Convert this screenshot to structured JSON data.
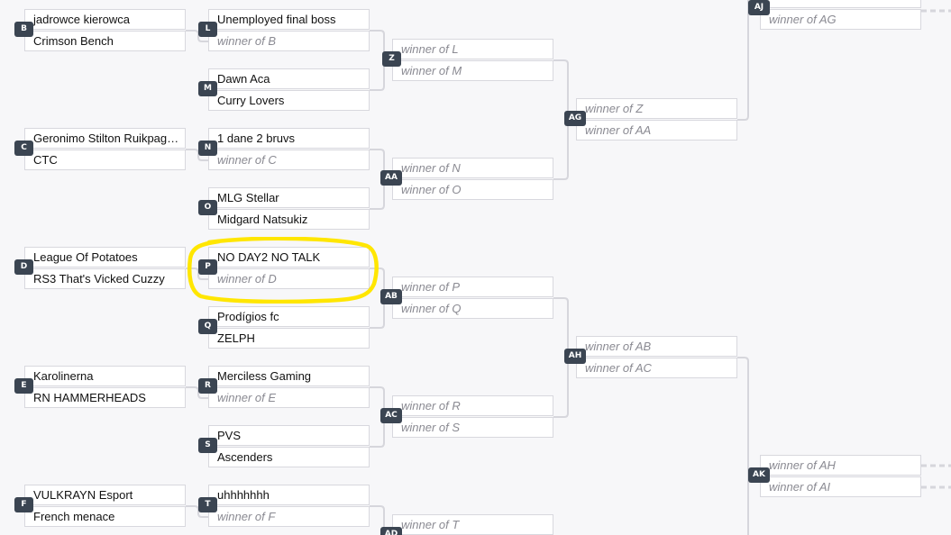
{
  "matches": [
    {
      "id": "B",
      "top": "jadrowce kierowca",
      "bottom": "Crimson Bench",
      "top_placeholder": false,
      "bottom_placeholder": false
    },
    {
      "id": "C",
      "top": "Geronimo Stilton Ruikpag…",
      "bottom": "CTC",
      "top_placeholder": false,
      "bottom_placeholder": false
    },
    {
      "id": "D",
      "top": "League Of Potatoes",
      "bottom": "RS3 That's Vicked Cuzzy",
      "top_placeholder": false,
      "bottom_placeholder": false
    },
    {
      "id": "E",
      "top": "Karolinerna",
      "bottom": "RN HAMMERHEADS",
      "top_placeholder": false,
      "bottom_placeholder": false
    },
    {
      "id": "F",
      "top": "VULKRAYN Esport",
      "bottom": "French menace",
      "top_placeholder": false,
      "bottom_placeholder": false
    },
    {
      "id": "L",
      "top": "Unemployed final boss",
      "bottom": "winner of B",
      "top_placeholder": false,
      "bottom_placeholder": true
    },
    {
      "id": "M",
      "top": "Dawn Aca",
      "bottom": "Curry Lovers",
      "top_placeholder": false,
      "bottom_placeholder": false
    },
    {
      "id": "N",
      "top": "1 dane 2 bruvs",
      "bottom": "winner of C",
      "top_placeholder": false,
      "bottom_placeholder": true
    },
    {
      "id": "O",
      "top": "MLG Stellar",
      "bottom": "Midgard Natsukiz",
      "top_placeholder": false,
      "bottom_placeholder": false
    },
    {
      "id": "P",
      "top": "NO DAY2 NO TALK",
      "bottom": "winner of D",
      "top_placeholder": false,
      "bottom_placeholder": true
    },
    {
      "id": "Q",
      "top": "Prodígios fc",
      "bottom": "ZELPH",
      "top_placeholder": false,
      "bottom_placeholder": false
    },
    {
      "id": "R",
      "top": "Merciless Gaming",
      "bottom": "winner of E",
      "top_placeholder": false,
      "bottom_placeholder": true
    },
    {
      "id": "S",
      "top": "PVS",
      "bottom": "Ascenders",
      "top_placeholder": false,
      "bottom_placeholder": false
    },
    {
      "id": "T",
      "top": "uhhhhhhh",
      "bottom": "winner of F",
      "top_placeholder": false,
      "bottom_placeholder": true
    },
    {
      "id": "Z",
      "top": "winner of L",
      "bottom": "winner of M",
      "top_placeholder": true,
      "bottom_placeholder": true
    },
    {
      "id": "AA",
      "top": "winner of N",
      "bottom": "winner of O",
      "top_placeholder": true,
      "bottom_placeholder": true
    },
    {
      "id": "AB",
      "top": "winner of P",
      "bottom": "winner of Q",
      "top_placeholder": true,
      "bottom_placeholder": true
    },
    {
      "id": "AC",
      "top": "winner of R",
      "bottom": "winner of S",
      "top_placeholder": true,
      "bottom_placeholder": true
    },
    {
      "id": "AD",
      "top": "winner of T",
      "bottom": "",
      "top_placeholder": true,
      "bottom_placeholder": true
    },
    {
      "id": "AG",
      "top": "winner of Z",
      "bottom": "winner of AA",
      "top_placeholder": true,
      "bottom_placeholder": true
    },
    {
      "id": "AH",
      "top": "winner of AB",
      "bottom": "winner of AC",
      "top_placeholder": true,
      "bottom_placeholder": true
    },
    {
      "id": "AJ",
      "top": "",
      "bottom": "winner of AG",
      "top_placeholder": true,
      "bottom_placeholder": true
    },
    {
      "id": "AK",
      "top": "winner of AH",
      "bottom": "winner of AI",
      "top_placeholder": true,
      "bottom_placeholder": true
    }
  ],
  "highlighted_match": "P",
  "colors": {
    "background": "#f7f7f9",
    "slot_border": "#d8d8de",
    "connector": "#d6d6dc",
    "badge": "#3b4552",
    "placeholder_text": "#8a8a92",
    "highlight": "#ffe600"
  }
}
